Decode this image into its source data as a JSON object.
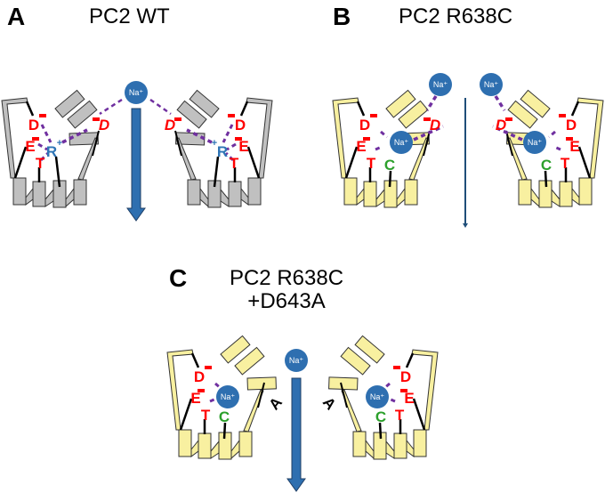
{
  "colors": {
    "wt_fill": "#c0c0c0",
    "mutant_fill": "#f8f0a0",
    "outline": "#333333",
    "ion": "#2e6fb0",
    "flux_arrow": "#2e6fb0",
    "blocked_arrow": "#1f4e79",
    "acidic": "#ff0000",
    "basic": "#2e75b6",
    "cysteine": "#2ca02c",
    "interaction": "#7030a0",
    "tether": "#000000"
  },
  "ion_label": "Na⁺",
  "panels": [
    {
      "id": "A",
      "letter": "A",
      "title_lines": [
        "PC2 WT"
      ],
      "variant": "wt",
      "flux": "large",
      "residues": {
        "D_outer": "D",
        "D_inner": "D",
        "E": "E",
        "T": "T",
        "R": "R",
        "charge_neg": "−",
        "charge_pos": "+"
      }
    },
    {
      "id": "B",
      "letter": "B",
      "title_lines": [
        "PC2 R638C"
      ],
      "variant": "r638c",
      "flux": "thin",
      "residues": {
        "D_outer": "D",
        "D_inner": "D",
        "E": "E",
        "T": "T",
        "C": "C",
        "charge_neg": "−"
      }
    },
    {
      "id": "C",
      "letter": "C",
      "title_lines": [
        "PC2 R638C",
        "+D643A"
      ],
      "variant": "r638c_d643a",
      "flux": "large",
      "residues": {
        "D_inner": "D",
        "E": "E",
        "T": "T",
        "C": "C",
        "A": "A",
        "charge_neg": "−"
      }
    }
  ]
}
